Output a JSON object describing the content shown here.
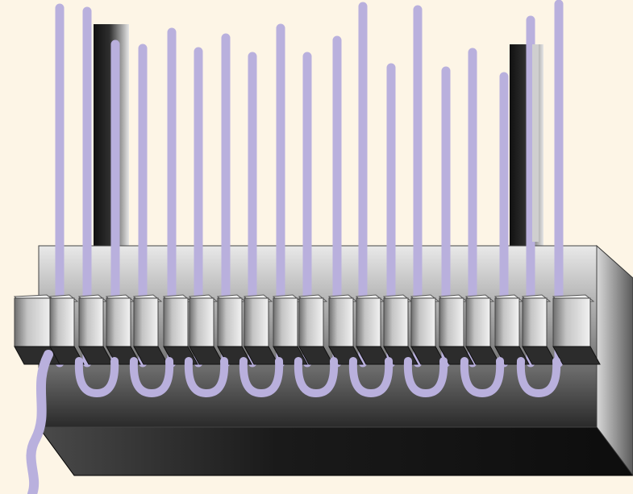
{
  "diagram": {
    "background_color": "#fdf5e6",
    "fiber_color": "#b9b0dd",
    "fiber_count": 19,
    "dark_post_count": 2,
    "block_count": 20
  }
}
